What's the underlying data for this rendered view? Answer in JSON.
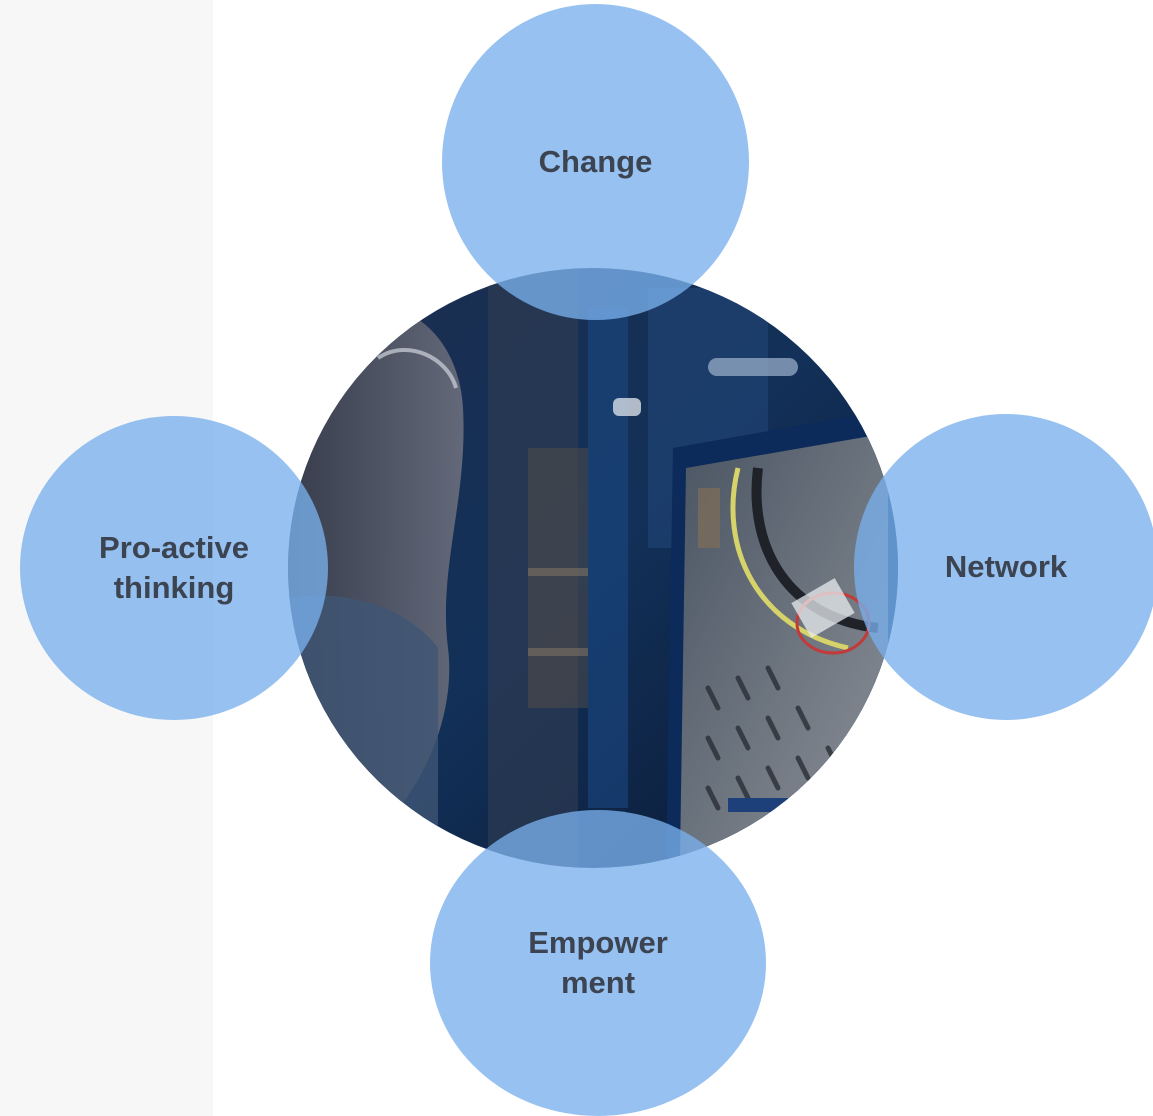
{
  "diagram": {
    "center": {
      "image": "photo-person-viewing-monitor"
    },
    "nodes": [
      {
        "id": "top",
        "label": "Change"
      },
      {
        "id": "left",
        "label": "Pro-active\nthinking"
      },
      {
        "id": "right",
        "label": "Network"
      },
      {
        "id": "bottom",
        "label": "Empower\nment"
      }
    ],
    "colors": {
      "bubble_fill": "#78b0ec",
      "label_text": "#3c4452",
      "photo_dark": "#0d1f3c"
    }
  }
}
